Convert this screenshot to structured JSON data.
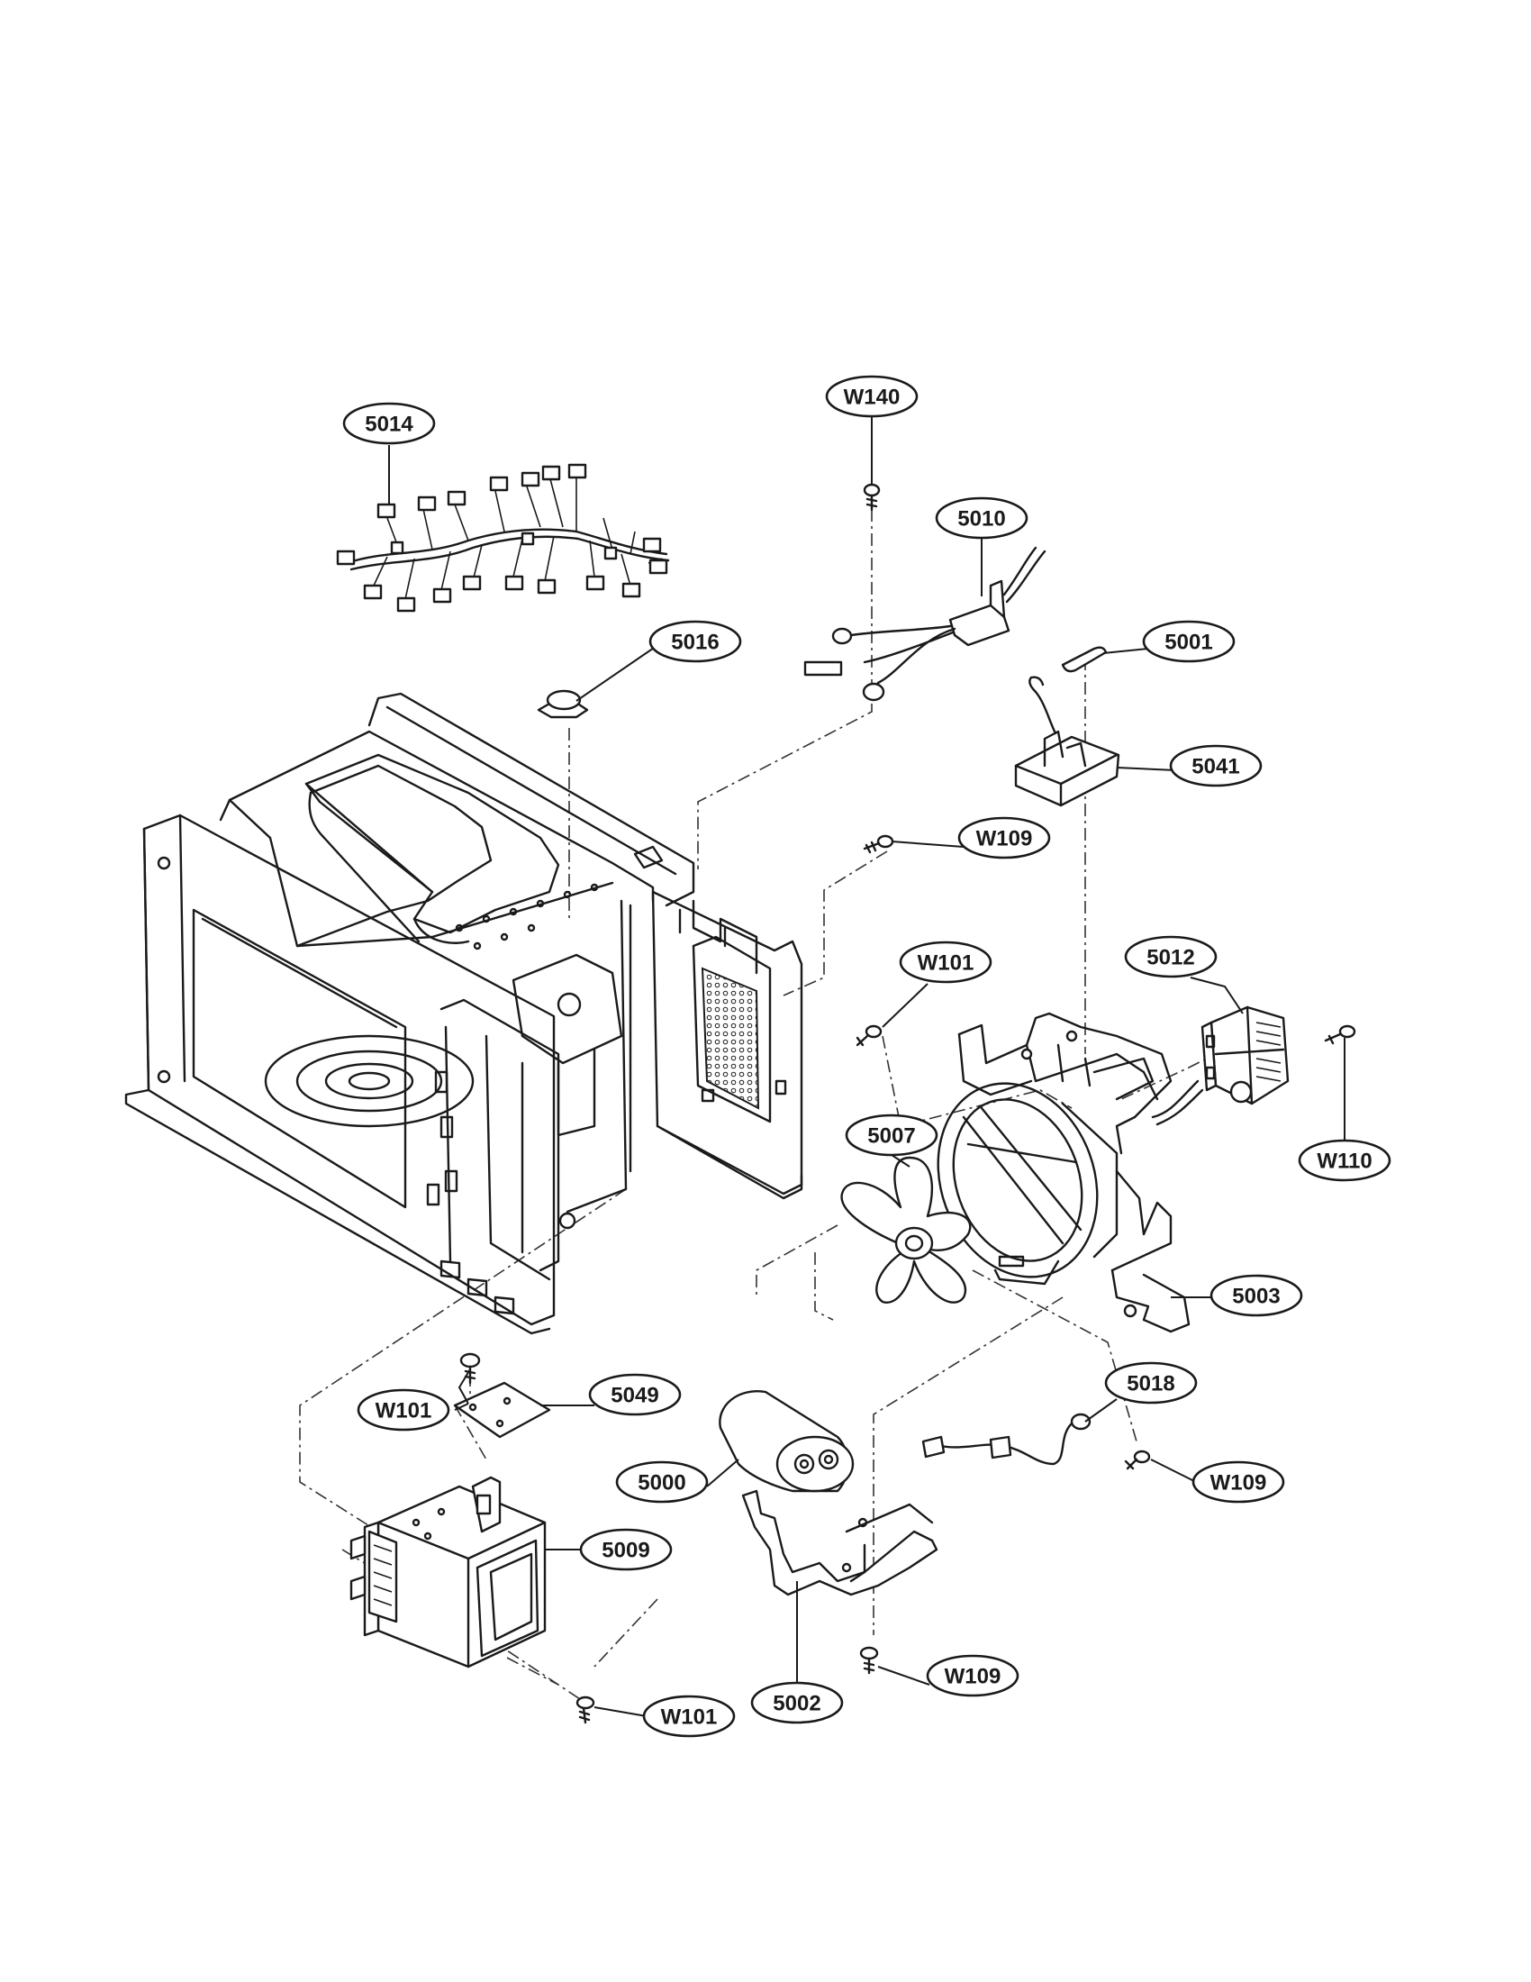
{
  "diagram": {
    "callouts": [
      {
        "id": "c-5014",
        "label": "5014"
      },
      {
        "id": "c-w140",
        "label": "W140"
      },
      {
        "id": "c-5010",
        "label": "5010"
      },
      {
        "id": "c-5016",
        "label": "5016"
      },
      {
        "id": "c-5001",
        "label": "5001"
      },
      {
        "id": "c-5041",
        "label": "5041"
      },
      {
        "id": "c-w109a",
        "label": "W109"
      },
      {
        "id": "c-w101a",
        "label": "W101"
      },
      {
        "id": "c-5012",
        "label": "5012"
      },
      {
        "id": "c-5007",
        "label": "5007"
      },
      {
        "id": "c-w110",
        "label": "W110"
      },
      {
        "id": "c-5003",
        "label": "5003"
      },
      {
        "id": "c-5018",
        "label": "5018"
      },
      {
        "id": "c-w101b",
        "label": "W101"
      },
      {
        "id": "c-5049",
        "label": "5049"
      },
      {
        "id": "c-5000",
        "label": "5000"
      },
      {
        "id": "c-w109b",
        "label": "W109"
      },
      {
        "id": "c-5009",
        "label": "5009"
      },
      {
        "id": "c-w109c",
        "label": "W109"
      },
      {
        "id": "c-5002",
        "label": "5002"
      },
      {
        "id": "c-w101c",
        "label": "W101"
      }
    ]
  }
}
